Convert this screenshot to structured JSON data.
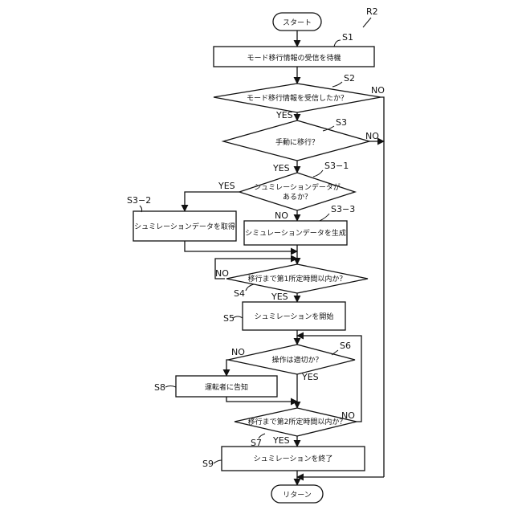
{
  "diagram_id": "R2",
  "terminals": {
    "start": "スタート",
    "end": "リターン"
  },
  "steps": {
    "s1": {
      "label": "S1",
      "text": "モード移行情報の受信を待機"
    },
    "s2": {
      "label": "S2",
      "text": "モード移行情報を受信したか？"
    },
    "s3": {
      "label": "S3",
      "text": "手動に移行？"
    },
    "s3_1": {
      "label": "S3−1",
      "line1": "シュミレーションデータが",
      "line2": "あるか？"
    },
    "s3_2": {
      "label": "S3−2",
      "text": "シュミレーションデータを取得"
    },
    "s3_3": {
      "label": "S3−3",
      "text": "シミュレーションデータを生成"
    },
    "s4": {
      "label": "S4",
      "text": "移行まで第1所定時間以内か？"
    },
    "s5": {
      "label": "S5",
      "text": "シュミレーションを開始"
    },
    "s6": {
      "label": "S6",
      "text": "操作は適切か？"
    },
    "s7": {
      "label": "S7",
      "text": "移行まで第2所定時間以内か？"
    },
    "s8": {
      "label": "S8",
      "text": "運転者に告知"
    },
    "s9": {
      "label": "S9",
      "text": "シュミレーションを終了"
    }
  },
  "branch": {
    "yes": "YES",
    "no": "NO"
  }
}
